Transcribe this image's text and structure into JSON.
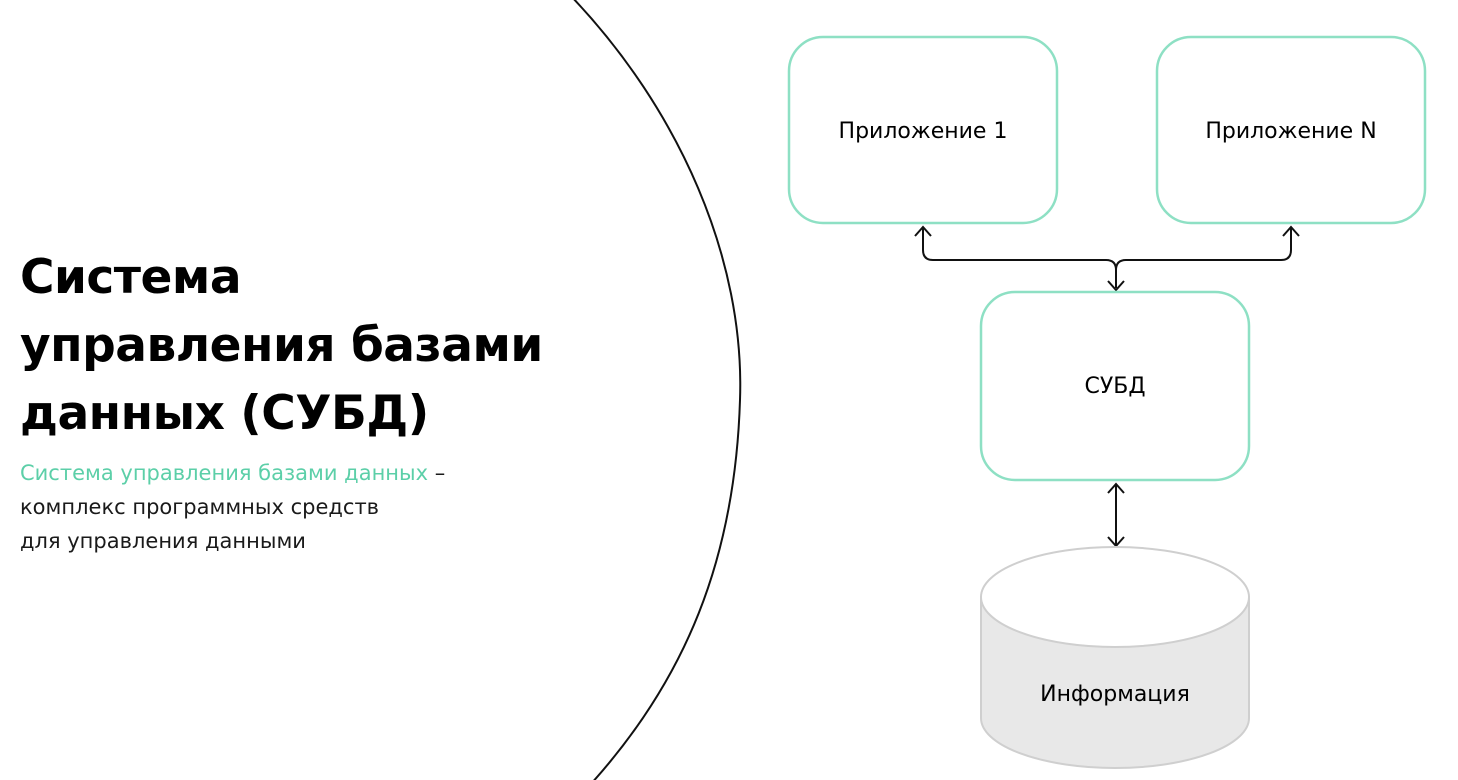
{
  "title": {
    "line1": "Система",
    "line2": "управления базами",
    "line3": "данных (СУБД)"
  },
  "description": {
    "highlight": "Система управления базами данных",
    "dash": "–",
    "line2": "комплекс программных средств",
    "line3": "для управления данными"
  },
  "diagram": {
    "app1": "Приложение 1",
    "appN": "Приложение N",
    "dbms": "СУБД",
    "storage": "Информация"
  },
  "colors": {
    "accent": "#5ccfa8",
    "box_border": "#8ee0c4",
    "cylinder_fill": "#e8e8e8"
  }
}
